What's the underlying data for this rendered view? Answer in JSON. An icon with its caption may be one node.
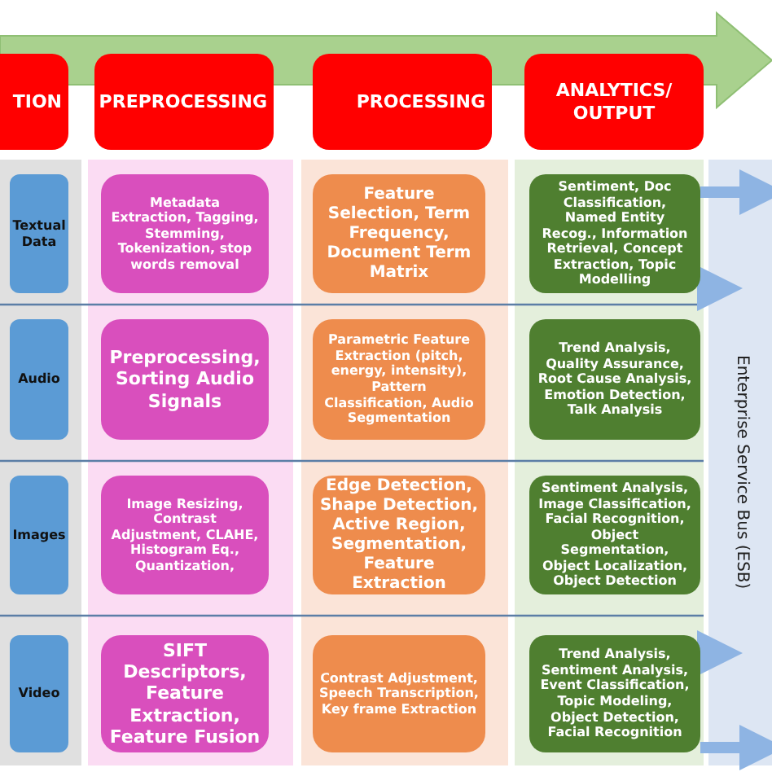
{
  "diagram": {
    "nodes": [
      {
        "text": [
          "TION"
        ]
      },
      {
        "text": [
          "PREPROCESSING"
        ]
      },
      {
        "text": [
          "PROCESSING"
        ]
      },
      {
        "text": [
          "ANALYTICS/ OUTPUT"
        ]
      },
      {
        "text": [
          "Textual Data"
        ]
      },
      {
        "text": [
          "Metadata Extraction, Tagging, Stemming, Tokenization, stop words removal"
        ]
      },
      {
        "text": [
          "Feature Selection, Term Frequency, Document Term Matrix"
        ]
      },
      {
        "text": [
          "Sentiment, Doc Classification, Named Entity Recog., Information Retrieval, Concept Extraction, Topic Modelling"
        ]
      },
      {
        "text": [
          "Audio"
        ]
      },
      {
        "text": [
          "Preprocessing, Sorting Audio Signals"
        ]
      },
      {
        "text": [
          "Parametric Feature Extraction (pitch, energy, intensity), Pattern Classification, Audio Segmentation"
        ]
      },
      {
        "text": [
          "Trend Analysis, Quality Assurance, Root Cause Analysis, Emotion Detection, Talk Analysis"
        ]
      },
      {
        "text": [
          "Images"
        ]
      },
      {
        "text": [
          "Image Resizing, Contrast Adjustment, CLAHE, Histogram Eq., Quantization,"
        ]
      },
      {
        "text": [
          "Edge Detection, Shape Detection, Active Region, Segmentation, Feature Extraction"
        ]
      },
      {
        "text": [
          "Sentiment Analysis, Image Classification, Facial Recognition, Object Segmentation, Object Localization, Object Detection"
        ]
      },
      {
        "text": [
          "Video"
        ]
      },
      {
        "text": [
          "SIFT Descriptors, Feature Extraction, Feature Fusion"
        ]
      },
      {
        "text": [
          "Contrast Adjustment, Speech Transcription, Key frame Extraction"
        ]
      },
      {
        "text": [
          "Trend Analysis, Sentiment Analysis, Event Classification, Topic Modeling, Object Detection, Facial Recognition"
        ]
      },
      {
        "text": [
          "Enterprise Service Bus (ESB)"
        ]
      }
    ],
    "edges": [
      {
        "from": 7,
        "to": null,
        "arrow": "to"
      },
      {
        "from": 7,
        "to": 20,
        "arrow": "to"
      },
      {
        "from": 19,
        "to": 20,
        "arrow": "to"
      },
      {
        "from": 19,
        "to": null,
        "arrow": "to"
      }
    ]
  }
}
